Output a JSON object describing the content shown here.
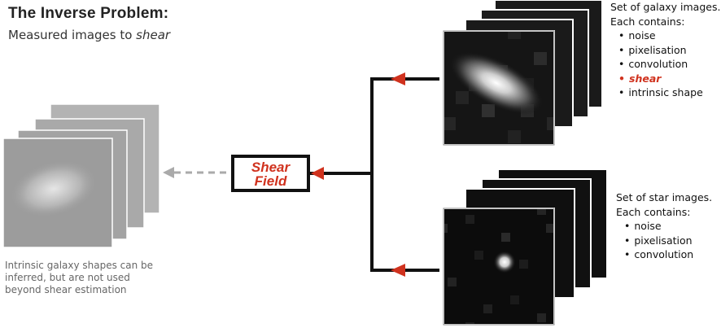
{
  "header": {
    "title": "The Inverse Problem:",
    "subtitle_prefix": "Measured images to ",
    "subtitle_emphasis": "shear"
  },
  "shear_field": {
    "line1": "Shear",
    "line2": "Field"
  },
  "galaxy_set": {
    "heading1": "Set of galaxy images.",
    "heading2": "Each contains:",
    "items": [
      "noise",
      "pixelisation",
      "convolution",
      "shear",
      "intrinsic shape"
    ]
  },
  "star_set": {
    "heading1": "Set of star images.",
    "heading2": "Each contains:",
    "items": [
      "noise",
      "pixelisation",
      "convolution"
    ]
  },
  "intrinsic_caption": "Intrinsic galaxy shapes can be inferred, but are not used beyond shear estimation",
  "colors": {
    "accent": "#d0321e",
    "line": "#111111",
    "dashed_arrow": "#aaaaaa"
  }
}
